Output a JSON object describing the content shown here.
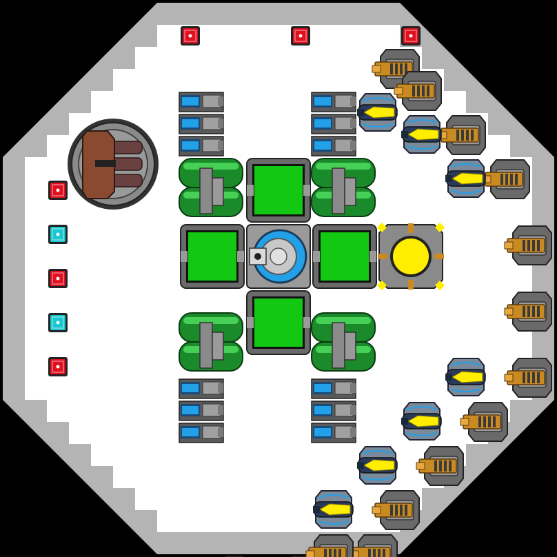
{
  "title": "",
  "colors": {
    "background": "#000000",
    "hull_outer": "#b4b4b4",
    "hull_inner": "#ffffff",
    "armor_red": "#e01020",
    "armor_cyan": "#18c8d0",
    "core_green": "#12c812",
    "core_yellow": "#ffee00",
    "brass": "#c98a22",
    "metal": "#8a8a8a",
    "blue_light": "#22a0e8",
    "copper": "#8a4a32"
  },
  "icons": {
    "armor_block": "armor-block-icon",
    "missile_turret": "missile-turret-icon",
    "gatling_turret": "gatling-turret-icon",
    "thruster": "thruster-icon",
    "power_cell": "power-cell-icon",
    "green_module": "green-module-icon",
    "yellow_core": "yellow-core-icon",
    "command_core": "command-core-icon",
    "heavy_cannon": "heavy-cannon-icon"
  },
  "grid": {
    "armor_red": [
      [
        8,
        1
      ],
      [
        13,
        1
      ],
      [
        18,
        1
      ],
      [
        2,
        8
      ],
      [
        2,
        12
      ],
      [
        2,
        16
      ],
      [
        26,
        8
      ],
      [
        26,
        12
      ],
      [
        26,
        16
      ],
      [
        10,
        25
      ],
      [
        13,
        25
      ],
      [
        16,
        25
      ]
    ],
    "armor_cyan": [
      [
        2,
        10
      ],
      [
        2,
        14
      ],
      [
        26,
        10
      ],
      [
        26,
        14
      ]
    ],
    "gatling_turrets": [
      [
        17,
        2
      ],
      [
        18,
        3
      ],
      [
        20,
        5
      ],
      [
        22,
        7
      ],
      [
        23,
        10
      ],
      [
        23,
        13
      ],
      [
        23,
        16
      ],
      [
        21,
        18
      ],
      [
        19,
        20
      ],
      [
        17,
        22
      ],
      [
        16,
        24
      ],
      [
        14,
        24
      ]
    ],
    "missile_turrets": [
      [
        16,
        4
      ],
      [
        18,
        5
      ],
      [
        20,
        7
      ],
      [
        20,
        16
      ],
      [
        18,
        18
      ],
      [
        16,
        20
      ],
      [
        14,
        22
      ]
    ],
    "thruster_columns": [
      [
        8,
        4
      ],
      [
        8,
        17
      ],
      [
        14,
        4
      ],
      [
        14,
        17
      ]
    ],
    "power_cells": [
      [
        8,
        7
      ],
      [
        14,
        7
      ],
      [
        8,
        14
      ],
      [
        14,
        14
      ]
    ],
    "green_modules": [
      [
        11,
        7
      ],
      [
        8,
        10
      ],
      [
        14,
        10
      ],
      [
        11,
        13
      ]
    ],
    "command_core": [
      11,
      10
    ],
    "yellow_core": [
      17,
      10
    ],
    "heavy_cannon": [
      3,
      5
    ]
  }
}
